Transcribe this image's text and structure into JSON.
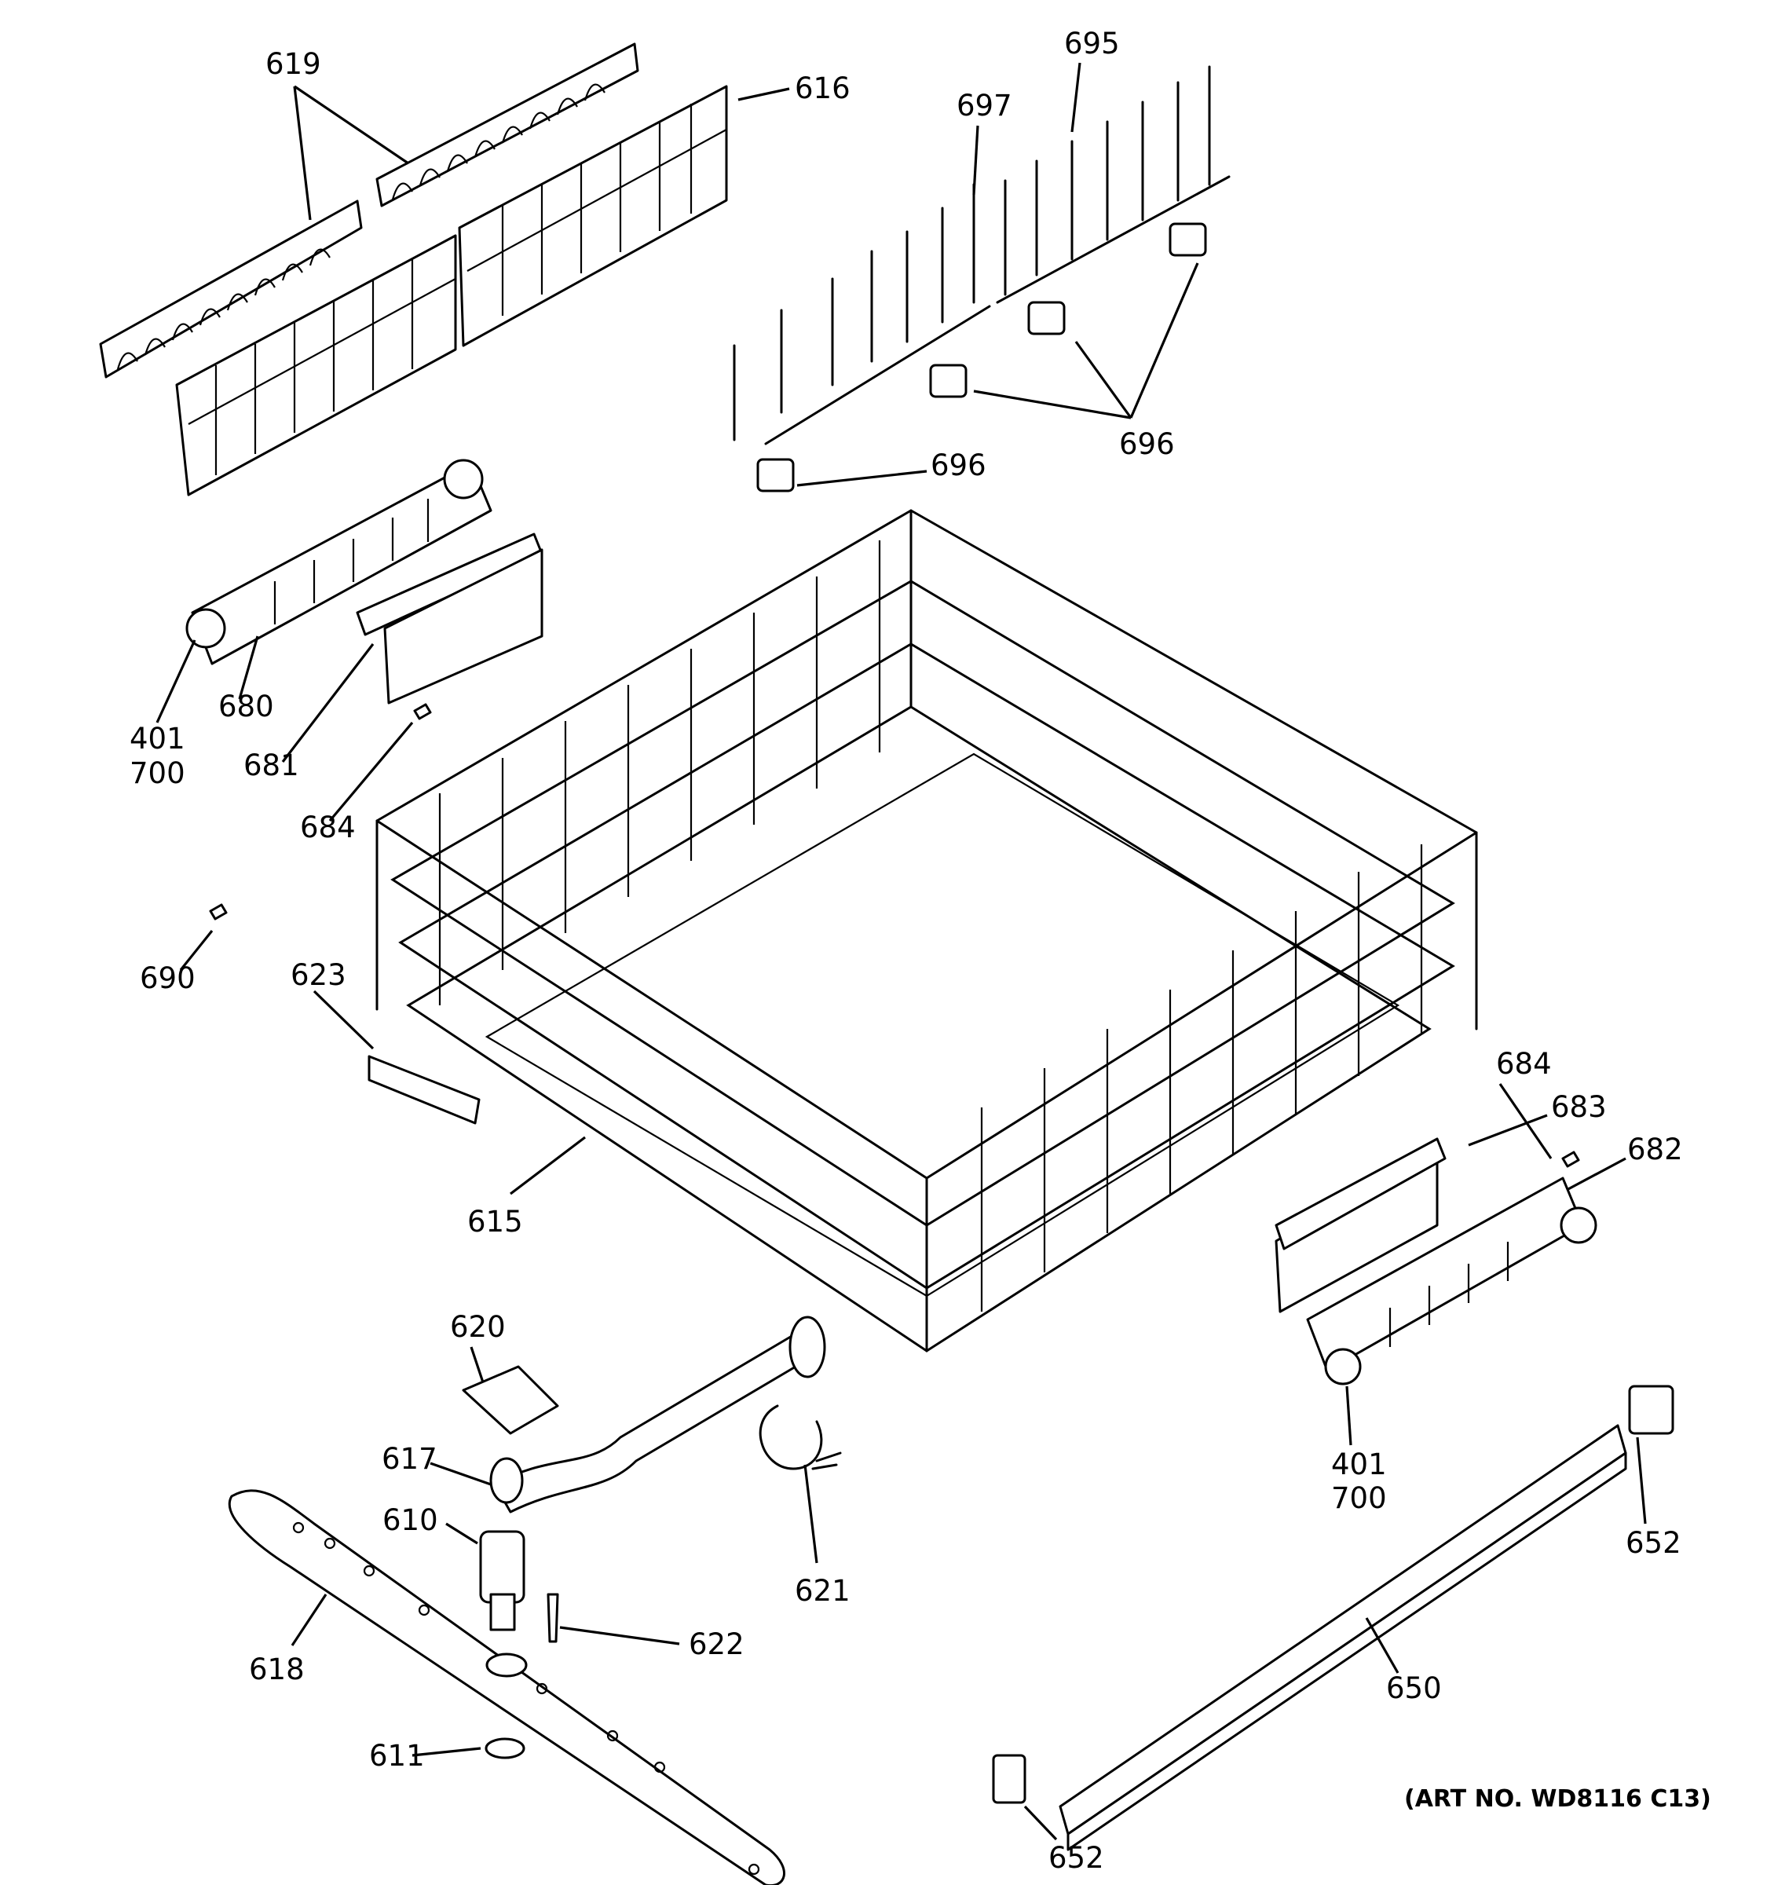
{
  "callouts": {
    "c619": "619",
    "c616": "616",
    "c695": "695",
    "c697": "697",
    "c696a": "696",
    "c696b": "696",
    "c401a": "401",
    "c700a": "700",
    "c680": "680",
    "c681": "681",
    "c684a": "684",
    "c690": "690",
    "c623": "623",
    "c615": "615",
    "c684b": "684",
    "c683": "683",
    "c682": "682",
    "c620": "620",
    "c617": "617",
    "c610": "610",
    "c621": "621",
    "c622": "622",
    "c618": "618",
    "c611": "611",
    "c401b": "401",
    "c700b": "700",
    "c652a": "652",
    "c650": "650",
    "c652b": "652"
  },
  "art_number": "(ART NO. WD8116 C13)"
}
